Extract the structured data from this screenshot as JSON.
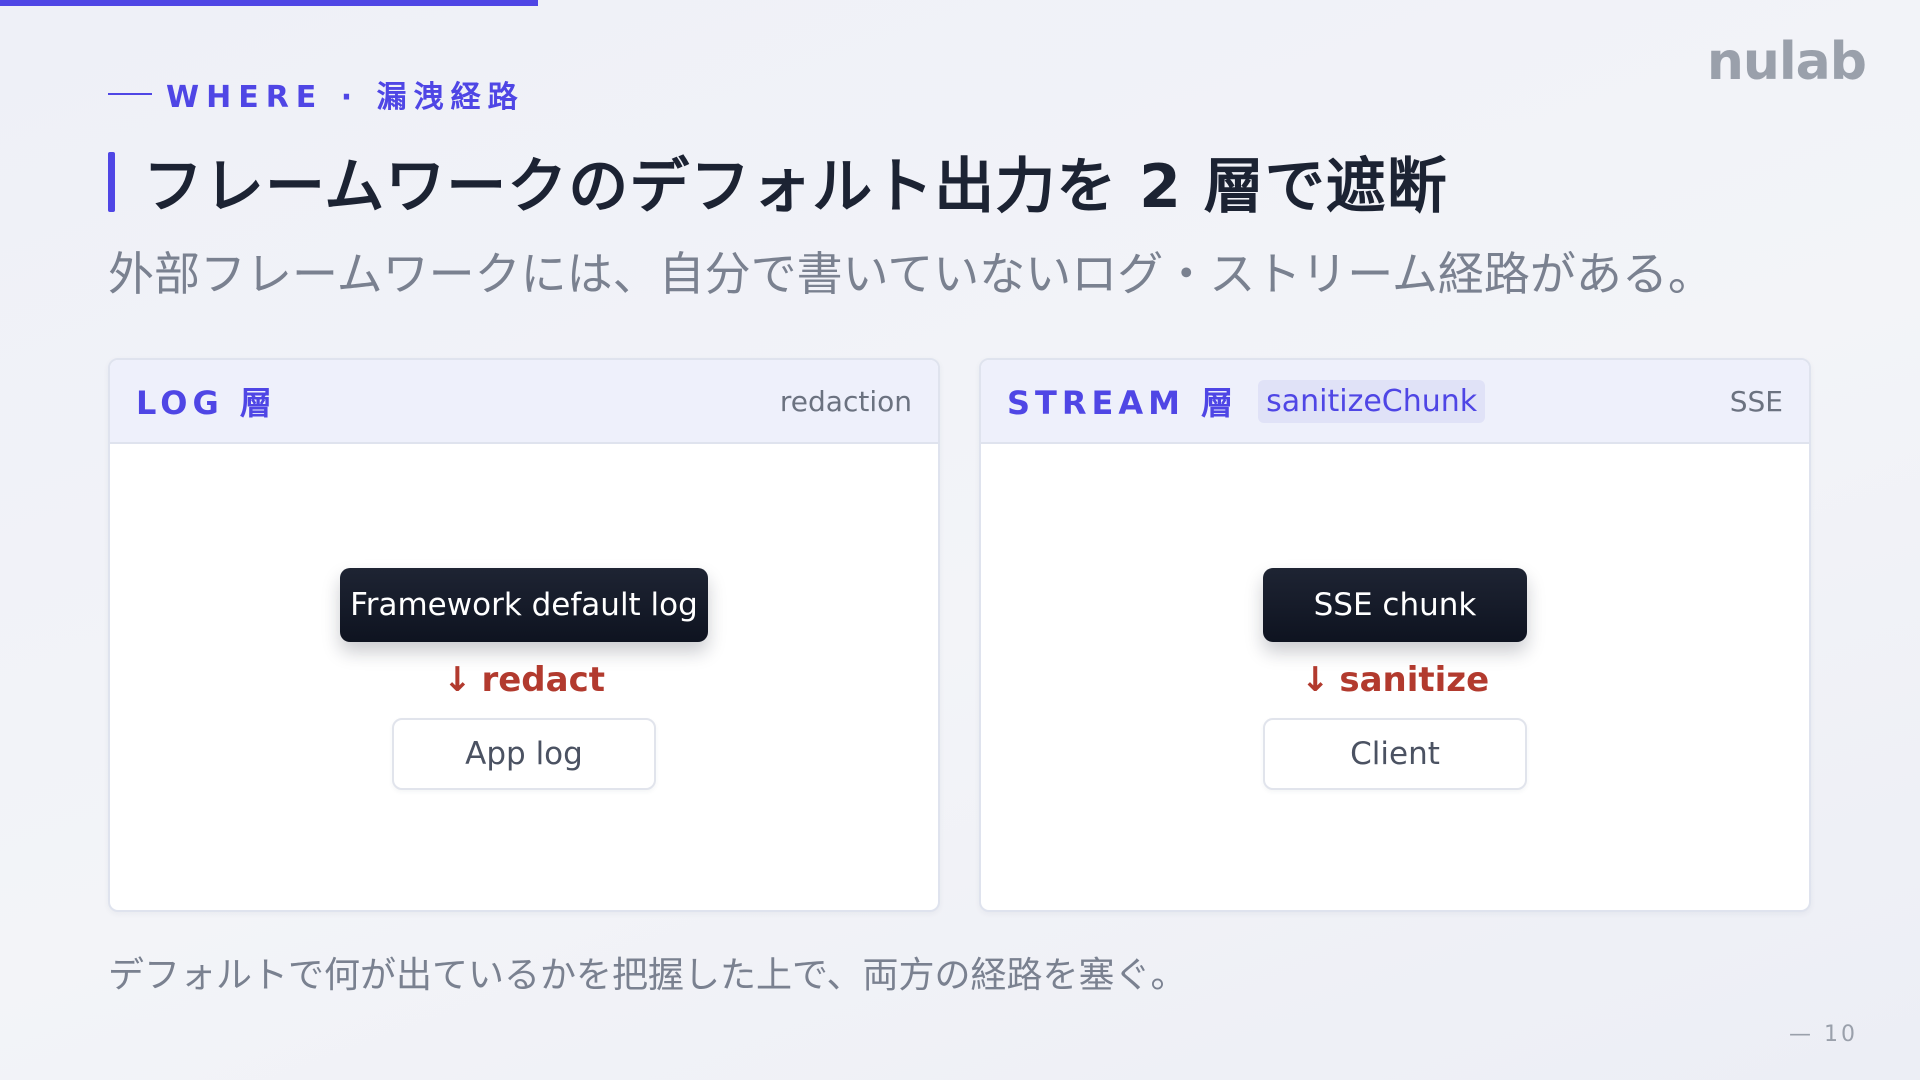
{
  "progress": {
    "fraction": 0.28,
    "color": "#4f46e5"
  },
  "brand": {
    "logo_text": "nulab"
  },
  "eyebrow": {
    "label": "WHERE · 漏洩経路"
  },
  "title": "フレームワークのデフォルト出力を 2 層で遮断",
  "subtitle": "外部フレームワークには、自分で書いていないログ・ストリーム経路がある。",
  "panels": [
    {
      "title": "LOG 層",
      "chip": "",
      "tag": "redaction",
      "source_node": "Framework default log",
      "action": "redact",
      "arrow_icon": "arrow-down-icon",
      "target_node": "App log"
    },
    {
      "title": "STREAM 層",
      "chip": "sanitizeChunk",
      "tag": "SSE",
      "source_node": "SSE chunk",
      "action": "sanitize",
      "arrow_icon": "arrow-down-icon",
      "target_node": "Client"
    }
  ],
  "footer_note": "デフォルトで何が出ているかを把握した上で、両方の経路を塞ぐ。",
  "page_number": "— 10",
  "colors": {
    "accent": "#4f46e5",
    "action": "#b23a2e",
    "dark_node": "#0e1320"
  }
}
